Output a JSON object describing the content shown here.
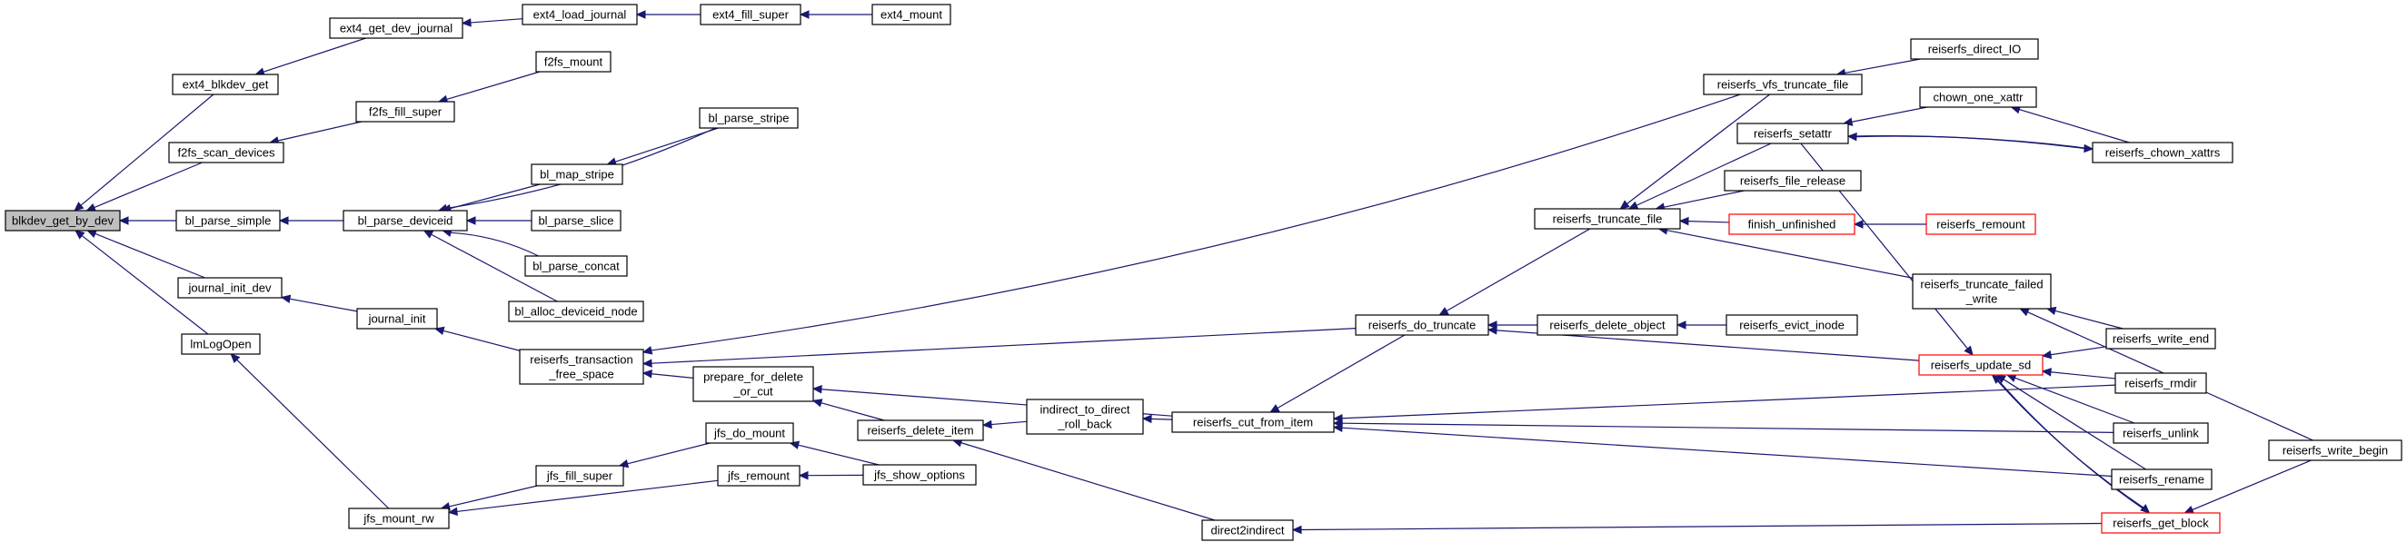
{
  "graph": {
    "title": "blkdev_get_by_dev",
    "node_labels": {
      "blkdev_get_by_dev": "blkdev_get_by_dev",
      "ext4_blkdev_get": "ext4_blkdev_get",
      "ext4_get_dev_journal": "ext4_get_dev_journal",
      "ext4_load_journal": "ext4_load_journal",
      "ext4_fill_super": "ext4_fill_super",
      "ext4_mount": "ext4_mount",
      "f2fs_scan_devices": "f2fs_scan_devices",
      "f2fs_fill_super": "f2fs_fill_super",
      "f2fs_mount": "f2fs_mount",
      "bl_parse_simple": "bl_parse_simple",
      "bl_parse_deviceid": "bl_parse_deviceid",
      "bl_parse_stripe": "bl_parse_stripe",
      "bl_map_stripe": "bl_map_stripe",
      "bl_parse_slice": "bl_parse_slice",
      "bl_parse_concat": "bl_parse_concat",
      "bl_alloc_deviceid_node": "bl_alloc_deviceid_node",
      "journal_init_dev": "journal_init_dev",
      "journal_init": "journal_init",
      "lmLogOpen": "lmLogOpen",
      "jfs_mount_rw": "jfs_mount_rw",
      "jfs_fill_super": "jfs_fill_super",
      "jfs_do_mount": "jfs_do_mount",
      "jfs_remount": "jfs_remount",
      "jfs_show_options": "jfs_show_options",
      "reiserfs_transaction_free_space": [
        "reiserfs_transaction",
        "_free_space"
      ],
      "prepare_for_delete_or_cut": [
        "prepare_for_delete",
        "_or_cut"
      ],
      "reiserfs_delete_item": "reiserfs_delete_item",
      "indirect_to_direct_roll_back": [
        "indirect_to_direct",
        "_roll_back"
      ],
      "reiserfs_cut_from_item": "reiserfs_cut_from_item",
      "direct2indirect": "direct2indirect",
      "reiserfs_do_truncate": "reiserfs_do_truncate",
      "reiserfs_delete_object": "reiserfs_delete_object",
      "reiserfs_evict_inode": "reiserfs_evict_inode",
      "reiserfs_truncate_file": "reiserfs_truncate_file",
      "reiserfs_vfs_truncate_file": "reiserfs_vfs_truncate_file",
      "reiserfs_direct_IO": "reiserfs_direct_IO",
      "reiserfs_setattr": "reiserfs_setattr",
      "chown_one_xattr": "chown_one_xattr",
      "reiserfs_chown_xattrs": "reiserfs_chown_xattrs",
      "reiserfs_file_release": "reiserfs_file_release",
      "finish_unfinished": "finish_unfinished",
      "reiserfs_remount": "reiserfs_remount",
      "reiserfs_truncate_failed_write": [
        "reiserfs_truncate_failed",
        "_write"
      ],
      "reiserfs_update_sd": "reiserfs_update_sd",
      "reiserfs_write_end": "reiserfs_write_end",
      "reiserfs_rmdir": "reiserfs_rmdir",
      "reiserfs_unlink": "reiserfs_unlink",
      "reiserfs_rename": "reiserfs_rename",
      "reiserfs_get_block": "reiserfs_get_block",
      "reiserfs_write_begin": "reiserfs_write_begin"
    },
    "focus_node": "blkdev_get_by_dev",
    "truncated_nodes": [
      "finish_unfinished",
      "reiserfs_remount",
      "reiserfs_update_sd",
      "reiserfs_get_block"
    ],
    "colors": {
      "edge": "#191970",
      "focus_fill": "#bfbfbf",
      "node_border": "#000000",
      "truncated_border": "#ff0000"
    },
    "edges": [
      [
        "blkdev_get_by_dev",
        "ext4_blkdev_get"
      ],
      [
        "ext4_blkdev_get",
        "ext4_get_dev_journal"
      ],
      [
        "ext4_get_dev_journal",
        "ext4_load_journal"
      ],
      [
        "ext4_load_journal",
        "ext4_fill_super"
      ],
      [
        "ext4_fill_super",
        "ext4_mount"
      ],
      [
        "blkdev_get_by_dev",
        "f2fs_scan_devices"
      ],
      [
        "f2fs_scan_devices",
        "f2fs_fill_super"
      ],
      [
        "f2fs_fill_super",
        "f2fs_mount"
      ],
      [
        "blkdev_get_by_dev",
        "bl_parse_simple"
      ],
      [
        "bl_parse_simple",
        "bl_parse_deviceid"
      ],
      [
        "bl_parse_deviceid",
        "bl_parse_stripe"
      ],
      [
        "bl_parse_deviceid",
        "bl_map_stripe"
      ],
      [
        "bl_parse_deviceid",
        "bl_parse_slice"
      ],
      [
        "bl_parse_deviceid",
        "bl_parse_concat"
      ],
      [
        "bl_parse_deviceid",
        "bl_alloc_deviceid_node"
      ],
      [
        "bl_map_stripe",
        "bl_parse_stripe"
      ],
      [
        "blkdev_get_by_dev",
        "journal_init_dev"
      ],
      [
        "journal_init_dev",
        "journal_init"
      ],
      [
        "journal_init",
        "reiserfs_transaction_free_space"
      ],
      [
        "blkdev_get_by_dev",
        "lmLogOpen"
      ],
      [
        "lmLogOpen",
        "jfs_mount_rw"
      ],
      [
        "jfs_mount_rw",
        "jfs_fill_super"
      ],
      [
        "jfs_mount_rw",
        "jfs_remount"
      ],
      [
        "jfs_fill_super",
        "jfs_do_mount"
      ],
      [
        "jfs_do_mount",
        "jfs_show_options"
      ],
      [
        "jfs_remount",
        "jfs_show_options"
      ],
      [
        "reiserfs_transaction_free_space",
        "reiserfs_vfs_truncate_file"
      ],
      [
        "reiserfs_transaction_free_space",
        "reiserfs_do_truncate"
      ],
      [
        "reiserfs_transaction_free_space",
        "prepare_for_delete_or_cut"
      ],
      [
        "prepare_for_delete_or_cut",
        "reiserfs_delete_item"
      ],
      [
        "prepare_for_delete_or_cut",
        "reiserfs_cut_from_item"
      ],
      [
        "reiserfs_delete_item",
        "indirect_to_direct_roll_back"
      ],
      [
        "reiserfs_delete_item",
        "direct2indirect"
      ],
      [
        "indirect_to_direct_roll_back",
        "reiserfs_cut_from_item"
      ],
      [
        "reiserfs_cut_from_item",
        "reiserfs_do_truncate"
      ],
      [
        "reiserfs_cut_from_item",
        "reiserfs_rmdir"
      ],
      [
        "reiserfs_cut_from_item",
        "reiserfs_unlink"
      ],
      [
        "reiserfs_cut_from_item",
        "reiserfs_rename"
      ],
      [
        "direct2indirect",
        "reiserfs_get_block"
      ],
      [
        "reiserfs_do_truncate",
        "reiserfs_truncate_file"
      ],
      [
        "reiserfs_do_truncate",
        "reiserfs_delete_object"
      ],
      [
        "reiserfs_do_truncate",
        "reiserfs_update_sd"
      ],
      [
        "reiserfs_delete_object",
        "reiserfs_evict_inode"
      ],
      [
        "reiserfs_truncate_file",
        "reiserfs_vfs_truncate_file"
      ],
      [
        "reiserfs_truncate_file",
        "reiserfs_setattr"
      ],
      [
        "reiserfs_truncate_file",
        "reiserfs_file_release"
      ],
      [
        "reiserfs_truncate_file",
        "finish_unfinished"
      ],
      [
        "reiserfs_truncate_file",
        "reiserfs_truncate_failed_write"
      ],
      [
        "reiserfs_vfs_truncate_file",
        "reiserfs_direct_IO"
      ],
      [
        "reiserfs_setattr",
        "chown_one_xattr"
      ],
      [
        "reiserfs_setattr",
        "reiserfs_chown_xattrs"
      ],
      [
        "chown_one_xattr",
        "reiserfs_chown_xattrs"
      ],
      [
        "reiserfs_chown_xattrs",
        "reiserfs_setattr"
      ],
      [
        "finish_unfinished",
        "reiserfs_remount"
      ],
      [
        "reiserfs_truncate_failed_write",
        "reiserfs_write_end"
      ],
      [
        "reiserfs_truncate_failed_write",
        "reiserfs_write_begin"
      ],
      [
        "reiserfs_update_sd",
        "reiserfs_setattr"
      ],
      [
        "reiserfs_update_sd",
        "reiserfs_write_end"
      ],
      [
        "reiserfs_update_sd",
        "reiserfs_rmdir"
      ],
      [
        "reiserfs_update_sd",
        "reiserfs_unlink"
      ],
      [
        "reiserfs_update_sd",
        "reiserfs_rename"
      ],
      [
        "reiserfs_update_sd",
        "reiserfs_get_block"
      ],
      [
        "reiserfs_get_block",
        "reiserfs_update_sd"
      ],
      [
        "reiserfs_get_block",
        "reiserfs_write_begin"
      ]
    ]
  }
}
